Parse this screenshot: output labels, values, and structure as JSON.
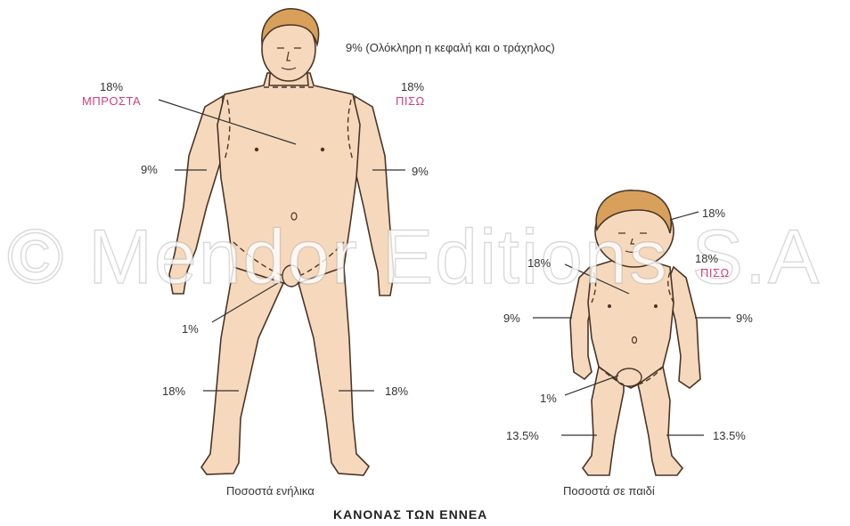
{
  "watermark": "© Mendor Editions S.A",
  "title": "ΚΑΝΟΝΑΣ  ΤΩΝ ΕΝΝΕΑ",
  "adult": {
    "caption": "Ποσοστά ενήλικα",
    "head": "9% (Ολόκληρη η κεφαλή και ο τράχηλος)",
    "trunk_front_pct": "18%",
    "trunk_front_label": "ΜΠΡΟΣΤΑ",
    "trunk_back_pct": "18%",
    "trunk_back_label": "ΠΙΣΩ",
    "arm_left": "9%",
    "arm_right": "9%",
    "genital": "1%",
    "leg_left": "18%",
    "leg_right": "18%"
  },
  "child": {
    "caption": "Ποσοστά σε παιδί",
    "head": "18%",
    "trunk_front_pct": "18%",
    "trunk_back_pct": "18%",
    "trunk_back_label": "ΠΙΣΩ",
    "arm_left": "9%",
    "arm_right": "9%",
    "genital": "1%",
    "leg_left": "13.5%",
    "leg_right": "13.5%"
  },
  "colors": {
    "skin": "#f6d9bc",
    "outline": "#4a3528",
    "hair": "#d8a05a",
    "accent_pink": "#d0407a"
  }
}
